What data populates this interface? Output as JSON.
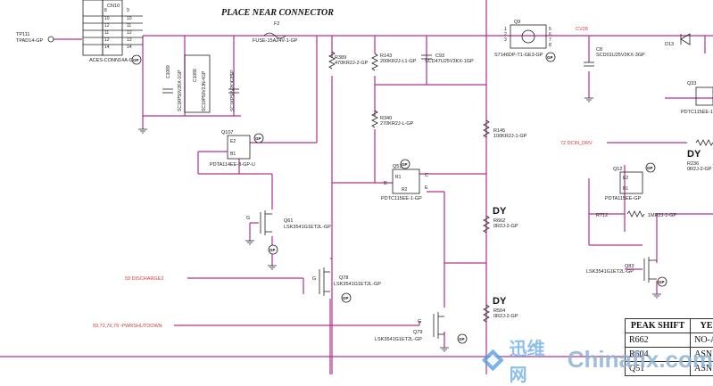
{
  "title": "PLACE NEAR CONNECTOR",
  "refs": {
    "cn10": "CN10",
    "cn10_part": "ACES-CONN14A-GP",
    "tp111": "TP111",
    "tp111_part": "TPAD14-GP",
    "f2": "F2",
    "f2_part": "FUSE-15A24V-1-GP",
    "c1089": "C1089",
    "c1089_part": "SC1KP50V2KX-1GP",
    "c1088": "C1088",
    "c1088_part": "SC10P50V2JN-4GP",
    "c73": "C73",
    "c73_part": "SC1KP50V2KX-1GP",
    "r389": "R389",
    "r389_part": "470KR2J-2-GP",
    "r143": "R143",
    "r143_part": "200KR2J-L1-GP",
    "c93": "C93",
    "c93_part": "SCD47U25V3KX-1GP",
    "r340": "R340",
    "r340_part": "270KR2J-L-GP",
    "q9": "Q9",
    "q9_part": "S7146DP-T1-GE3-GP",
    "cv28": "CV28",
    "c8": "C8",
    "c8_part": "SCD01U25V2KX-3GP",
    "d13": "D13",
    "q33": "Q33",
    "q33_part": "PDTC115EE-1",
    "q107": "Q107",
    "q107_part": "PDTA114EE-3-GP-U",
    "q51": "Q51",
    "q51_part": "PDTC115EE-1-GP",
    "r145": "R145",
    "r145_part": "100KR2J-1-GP",
    "q61": "Q61",
    "q61_part": "LSK3541G1ET2L-GP",
    "r662": "R662",
    "r662_part": "0R2J-2-GP",
    "q12": "Q12",
    "q12_part": "PDTA115EE-GP",
    "r236": "R236",
    "r236_part": "0R2J-2-GP",
    "r712": "R712",
    "r712_part": "1MR2J-1-GP",
    "q78": "Q78",
    "q78_part": "LSK3541G1ET2L-GP",
    "q83": "Q83",
    "q83_part": "LSK3541G1ET2L-GP",
    "r504": "R504",
    "r504_part": "0R2J-2-GP",
    "q79": "Q79",
    "q79_part": "LSK3541G1ET2L-GP"
  },
  "nets": {
    "dcin_drv": "72 DCIN_DRV",
    "discharge": "59 DISCHARGE2",
    "pwrshutdown": "59,72,76,79 -PWRSHUTDOWN"
  },
  "dy_marks": [
    "DY",
    "DY",
    "DY"
  ],
  "gp_badge": "GP",
  "table": {
    "headers": [
      "PEAK SHIFT",
      "YE"
    ],
    "rows": [
      [
        "R662",
        "NO-A"
      ],
      [
        "R504",
        "ASN"
      ],
      [
        "Q51",
        "ASN"
      ]
    ]
  },
  "watermark": {
    "cn": "迅维网",
    "en": "Chinafix.com"
  },
  "colors": {
    "wire": "#b0308f",
    "net_label": "#d23a3a",
    "watermark": "#7ab5e8"
  }
}
